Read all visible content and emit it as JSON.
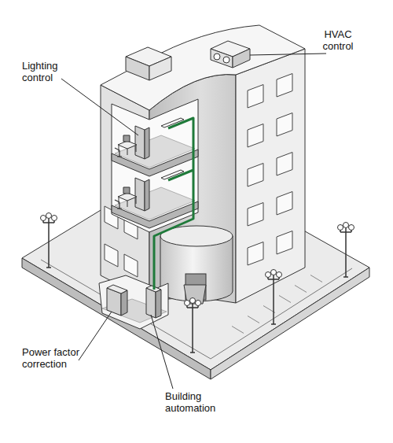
{
  "diagram": {
    "labels": [
      "Lighting control",
      "HVAC control",
      "Power factor correction",
      "Building automation"
    ]
  }
}
